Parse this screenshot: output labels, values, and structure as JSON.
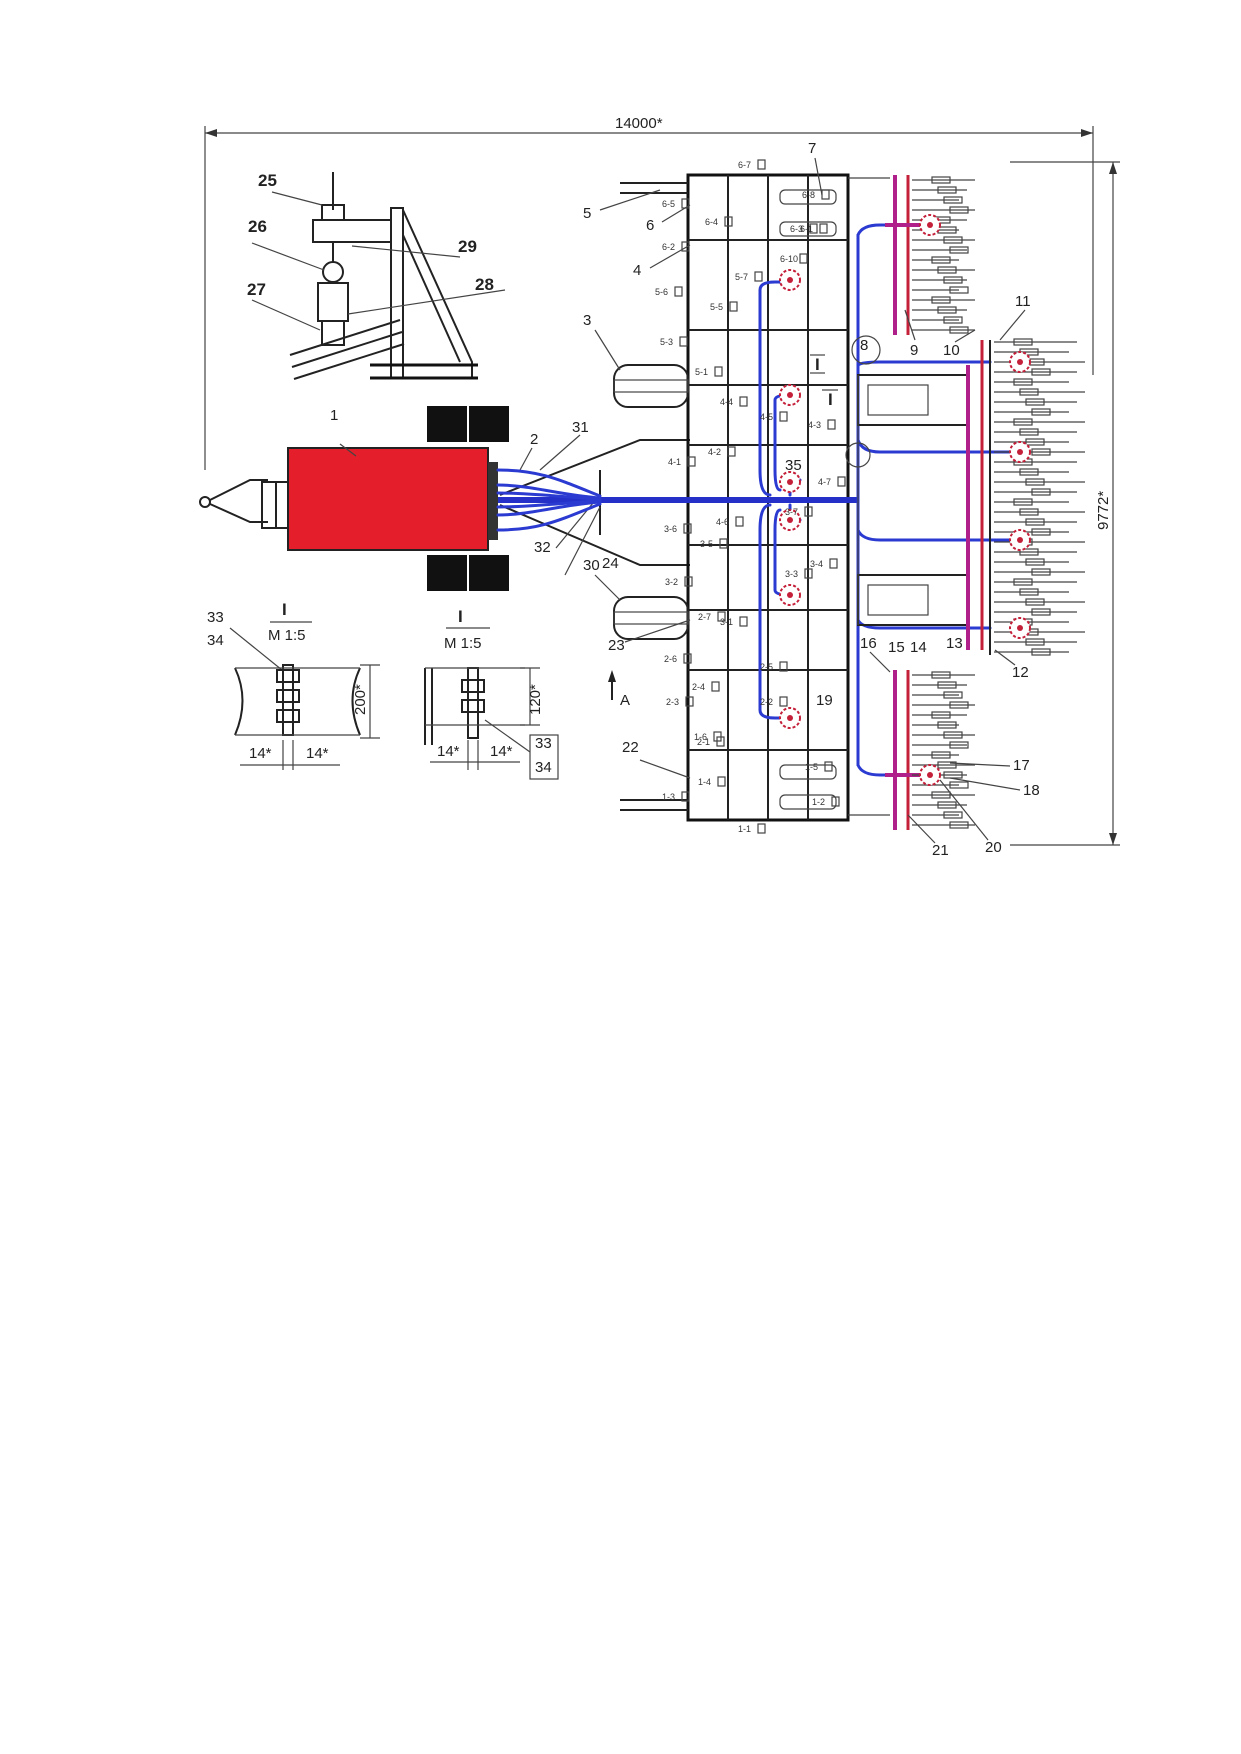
{
  "dimensions": {
    "overall_length": "14000*",
    "overall_width": "9772*",
    "detail_height_a": "200*",
    "detail_height_b": "120*",
    "detail_offset": "14*"
  },
  "view_marker": "A",
  "section_marker": "I",
  "section_scale": "M 1:5",
  "part_numbers": [
    "1",
    "2",
    "3",
    "4",
    "5",
    "6",
    "7",
    "8",
    "9",
    "10",
    "11",
    "12",
    "13",
    "14",
    "15",
    "16",
    "17",
    "18",
    "19",
    "20",
    "21",
    "22",
    "23",
    "24",
    "25",
    "26",
    "27",
    "28",
    "29",
    "30",
    "31",
    "32",
    "33",
    "34",
    "35"
  ],
  "node_codes": [
    "6-7",
    "6-5",
    "6-4",
    "6-3",
    "6-2",
    "6-1",
    "6-8",
    "6-10",
    "5-7",
    "5-6",
    "5-5",
    "5-3",
    "5-1",
    "4-5",
    "4-4",
    "4-3",
    "4-2",
    "4-1",
    "4-7",
    "4-6",
    "3-7",
    "3-6",
    "3-5",
    "3-4",
    "3-3",
    "3-2",
    "3-1",
    "2-7",
    "2-6",
    "2-5",
    "2-4",
    "2-3",
    "2-2",
    "2-1",
    "1-6",
    "1-5",
    "1-4",
    "1-3",
    "1-2",
    "1-1"
  ],
  "colors": {
    "tractor_body": "#e41e2a",
    "hydraulic_line": "#2b3bd1",
    "marker_line": "#b0208a",
    "section_line": "#c4203a",
    "wheel": "#111111"
  }
}
